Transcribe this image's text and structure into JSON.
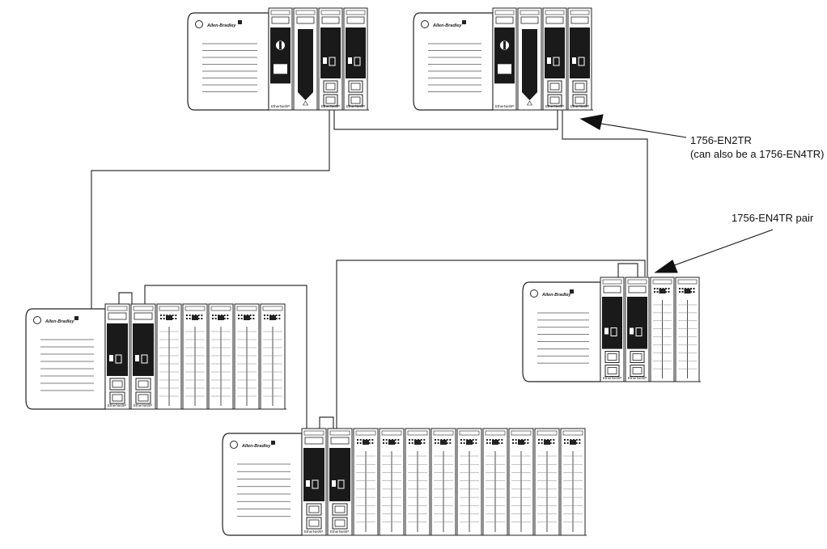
{
  "callouts": {
    "en2tr_title": "1756-EN2TR",
    "en2tr_note": "(can also be a 1756-EN4TR)",
    "en4tr_pair": "1756-EN4TR pair"
  },
  "brand": "Allen-Bradley",
  "network_label": "EtherNet/IP",
  "colors": {
    "line": "#222222",
    "chassis_fill": "#ffffff",
    "module_dark": "#1a1a1a"
  }
}
